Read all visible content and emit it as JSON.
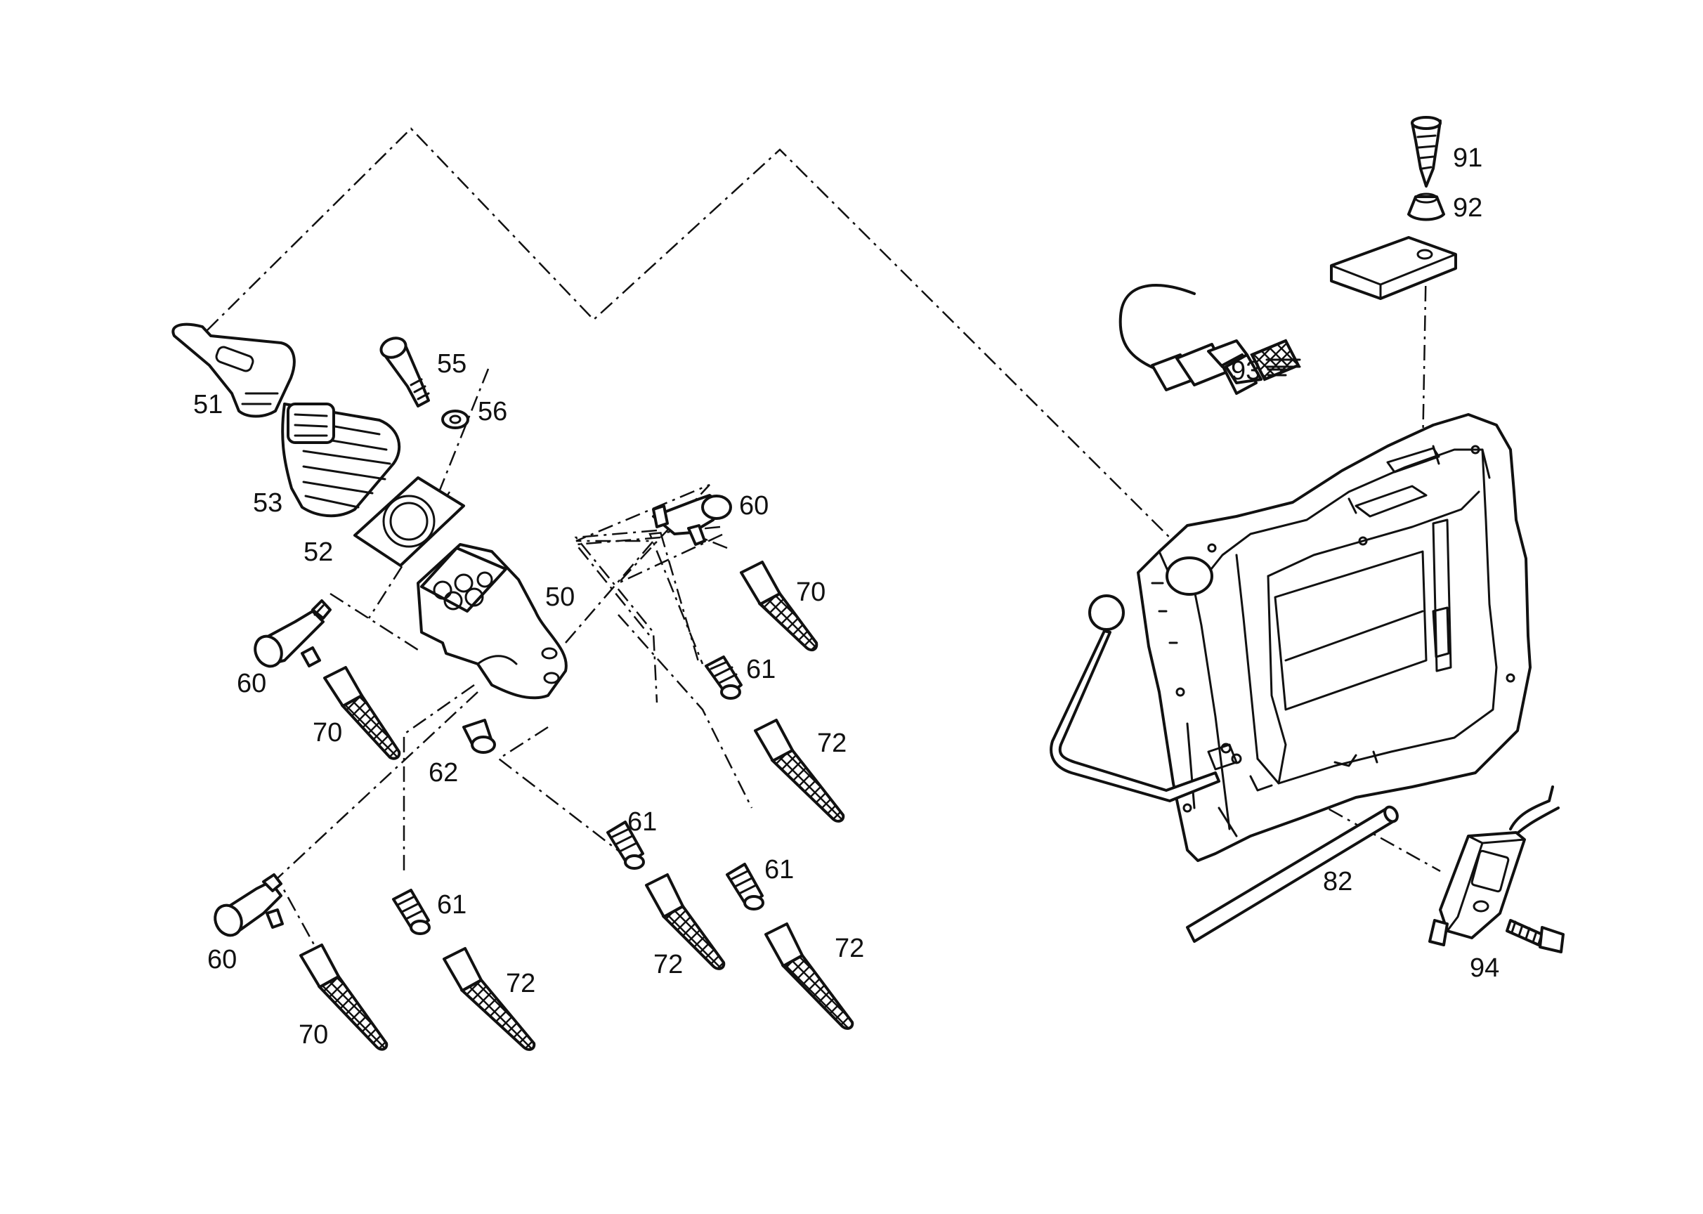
{
  "labels": {
    "l51": "51",
    "l53": "53",
    "l52": "52",
    "l55": "55",
    "l56": "56",
    "l50": "50",
    "l60a": "60",
    "l60b": "60",
    "l60c": "60",
    "l70a": "70",
    "l70b": "70",
    "l70c": "70",
    "l62": "62",
    "l61a": "61",
    "l61b": "61",
    "l61c": "61",
    "l61d": "61",
    "l72a": "72",
    "l72b": "72",
    "l72c": "72",
    "l72d": "72",
    "l91": "91",
    "l92": "92",
    "l93": "93",
    "l82": "82",
    "l94": "94"
  }
}
